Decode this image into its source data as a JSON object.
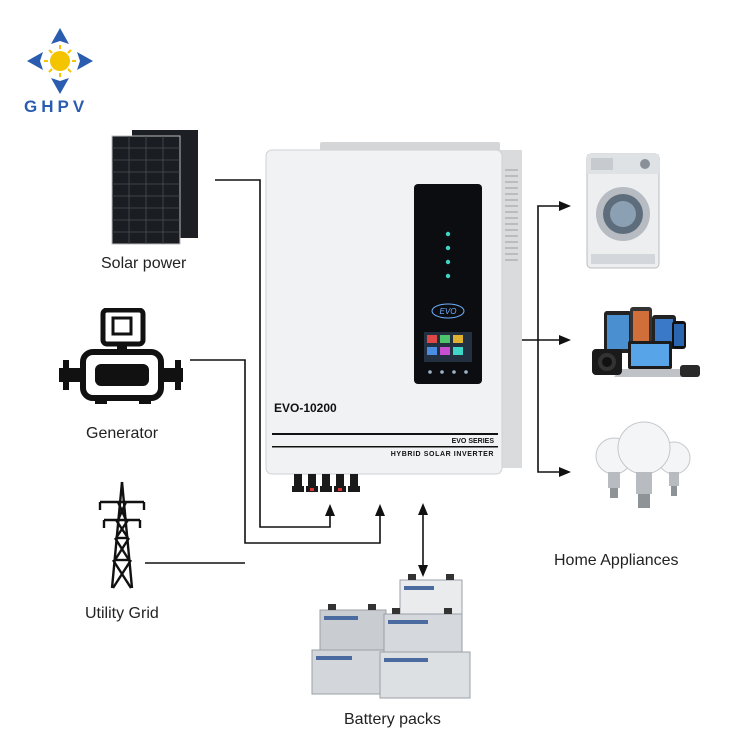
{
  "brand": {
    "name": "GHPV",
    "colors": {
      "blue": "#2a5db0",
      "yellow": "#f5c400"
    }
  },
  "sources": [
    {
      "label": "Solar power",
      "icon": "solar-panel-icon"
    },
    {
      "label": "Generator",
      "icon": "generator-icon"
    },
    {
      "label": "Utility Grid",
      "icon": "utility-tower-icon"
    }
  ],
  "inverter": {
    "model": "EVO-10200",
    "series": "EVO SERIES",
    "type": "HYBRID SOLAR INVERTER",
    "badge": "EVO"
  },
  "battery": {
    "label": "Battery packs",
    "icon": "battery-icon"
  },
  "outputs": {
    "label": "Home Appliances",
    "items": [
      "washing-machine-icon",
      "electronics-icon",
      "light-bulb-icon"
    ]
  }
}
